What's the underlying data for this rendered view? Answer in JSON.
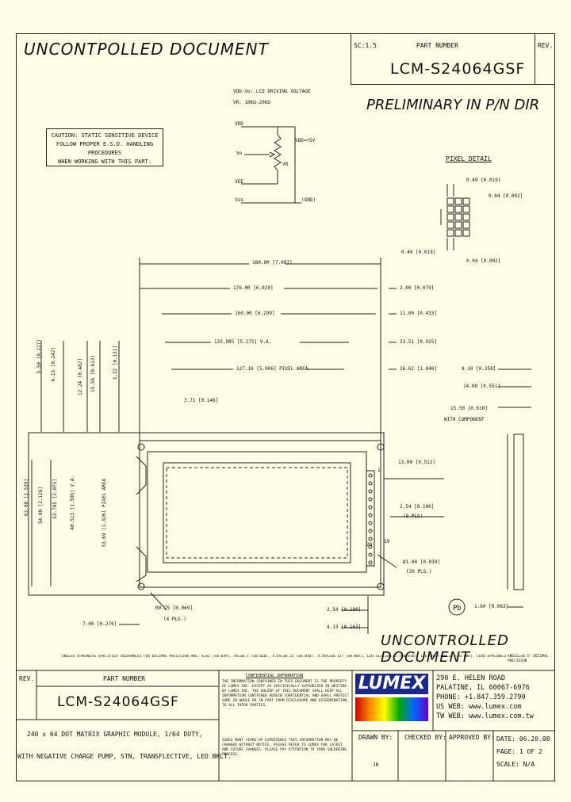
{
  "header": {
    "uncontrolled_top": "UNCONTPOLLED DOCUMENT",
    "scale_label": "SC:1.5",
    "part_number_label": "PART NUMBER",
    "rev_label": "REV.",
    "part_number": "LCM-S24064GSF",
    "preliminary": "PRELIMINARY IN P/N DIR"
  },
  "circuit": {
    "vdd_vo_note": "VDD-Vo: LCD DRIVING VOLTAGE",
    "vr_note": "VR: 10KΩ-20KΩ",
    "vdd_pin": "VDD",
    "vo_pin": "Vo",
    "vee_pin": "VEE",
    "vss_pin": "Vss",
    "vdd_value": "VDD=+5V",
    "vr_label": "VR",
    "gnd": "(GND)"
  },
  "caution": {
    "line1": "CAUTION: STATIC SENSITIVE DEVICE",
    "line2": "FOLLOW PROPER E.S.D. HANDLING PROCEDURES",
    "line3": "WHEN WORKING WITH THIS PART."
  },
  "pixel_detail": {
    "title": "PIXEL DETAIL",
    "d1": "0.49 [0.019]",
    "d2": "0.04 [0.002]",
    "d3": "0.49 [0.019]",
    "d4": "0.04 [0.002]"
  },
  "dimensions": {
    "w180": "180.00 [7.087]",
    "w176": "176.00 [6.929]",
    "w160": "160.00 [6.299]",
    "va": "133.985 [5.275] V.A.",
    "pa": "127.16 [5.006] PIXEL AREA",
    "d2": "2.00 [0.079]",
    "d11": "11.00 [0.433]",
    "d2351": "23.51 [0.925]",
    "d2662": "26.62 [1.048]",
    "d371": "3.71 [0.146]",
    "v550": "5.50 [0.217]",
    "v615": "6.15 [0.242]",
    "v1224": "12.24 [0.482]",
    "v1556": "15.56 [0.613]",
    "v332": "3.32 [0.131]",
    "h63": "63.00 [2.539]",
    "h54": "54.00 [2.126]",
    "h52705": "52.705 [2.075]",
    "h40513": "40.513 [1.595] V.A.",
    "h3369": "33.69 [1.326] PIXEL AREA",
    "r075": "R0.75 [0.069]",
    "r_pls": "(4 PLS.)",
    "d700": "7.00 [0.276]",
    "d910": "9.10 [0.358]",
    "d1400": "14.00 [0.551]",
    "d1550": "15.50 [0.610]",
    "with_component": "WITH COMPONENT",
    "d1300": "13.00 [0.512]",
    "d254": "2.54 [0.100]",
    "d254_pls": "(9 PLS)",
    "hole": "Ø1.00 [0.039]",
    "hole_pls": "(20 PLS.)",
    "d254b": "2.54 [0.100]",
    "d413": "4.13 [0.163]",
    "d160": "1.60 [0.063]",
    "pin1": "1",
    "pin20": "20",
    "pin19": "19"
  },
  "footer": {
    "uncontrolled_bottom": "UNCONTROLLED DOCUMENT",
    "tolerances": "UNLESS OTHERWISE SPECIFIED TOLERANCES FOR DECIMAL PRECISION ARE: X=±1 [±0.039], XX=±0.5 [±0.020], X.XX=±0.25 [±0.010], X.XXX=±0.127 [±0.005], LED SIZE=±0.25 [±0.010], LED SHIFT=±0.15 [±0.006], LEAD SPACING=±0.25",
    "angle_note": "ANGLE=±0.5°  DECIMAL PRECISION",
    "rev_label": "REV.",
    "part_number_label": "PART NUMBER",
    "part_number": "LCM-S24064GSF",
    "description_line1": "240 x 64 DOT MATRIX GRAPHIC MODULE, 1/64 DUTY,",
    "description_line2": "WITH NEGATIVE CHARGE PUMP, STN, TRANSFLECTIVE, LED BKLT.",
    "confidential_title": "CONFIDENTIAL INFORMATION",
    "confidential_body": "THE INFORMATION CONTAINED IN THIS DOCUMENT IS THE PROPERTY OF LUMEX INC. EXCEPT AS SPECIFICALLY AUTHORIZED IN WRITING BY LUMEX INC. THE HOLDER OF THIS DOCUMENT SHALL KEEP ALL INFORMATION CONTAINED HEREIN CONFIDENTIAL AND SHALL PROTECT SAME IN WHOLE OR IN PART FROM DISCLOSURE AND DISSEMINATION TO ALL THIRD PARTIES.",
    "experience_body": "SINCE MANY YEARS OF EXPERIENCE THIS INFORMATION MAY BE CHANGED WITHOUT NOTICE. PLEASE REFER TO LUMEX FOR LATEST AND FUTURE CHANGES. PLEASE PAY ATTENTION TO YOUR SOLDERING PROCESS.",
    "address1": "290 E. HELEN ROAD",
    "address2": "PALATINE, IL 60067-6976",
    "phone": "PHONE: +1.847.359.2790",
    "us_web": "US WEB: www.lumex.com",
    "tw_web": "TW WEB: www.lumex.com.tw",
    "drawn_by": "DRAWN BY:",
    "drawn_by_value": "JN",
    "checked_by": "CHECKED BY:",
    "approved_by": "APPROVED BY:",
    "date": "DATE:  06.20.08",
    "page": "PAGE:   1 OF 2",
    "scale": "SCALE:   N/A",
    "logo_text": "LUMEX"
  }
}
